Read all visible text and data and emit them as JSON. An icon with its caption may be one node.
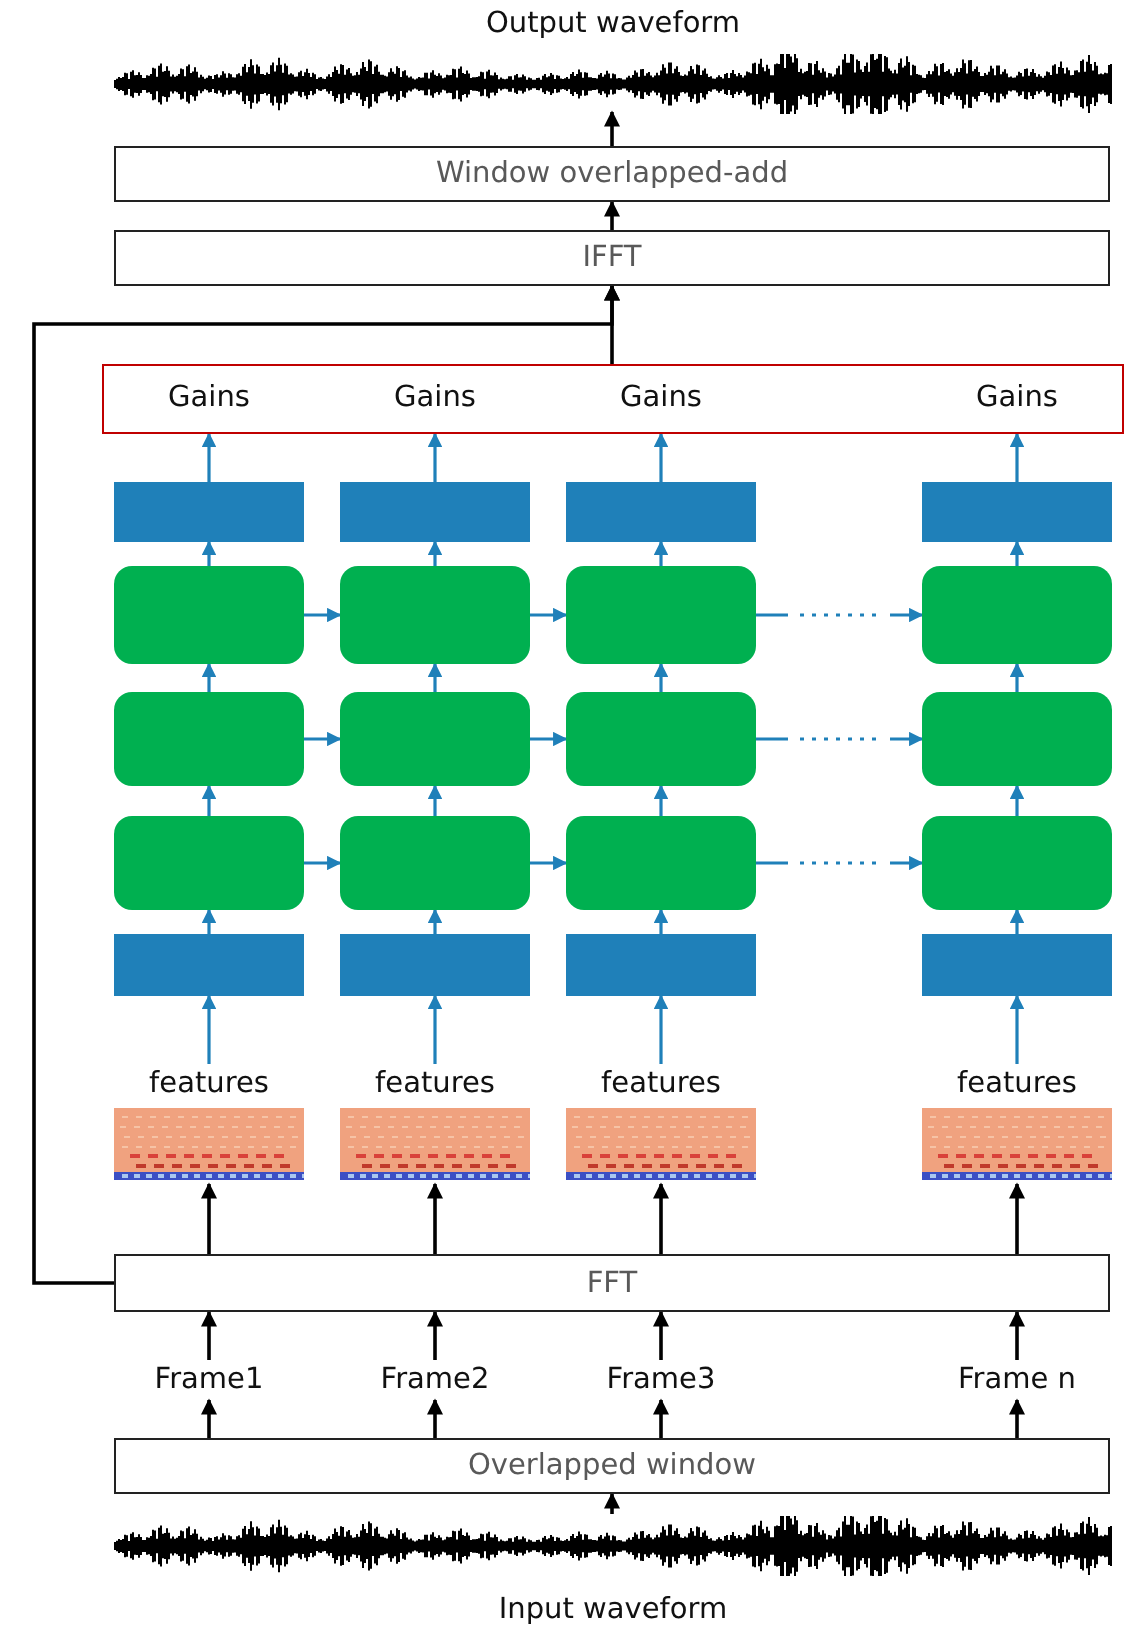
{
  "diagram": {
    "nodes": [
      {
        "text": [
          "Output waveform"
        ]
      },
      {
        "text": [
          "Window overlapped-add"
        ]
      },
      {
        "text": [
          "IFFT"
        ]
      },
      {
        "text": [],
        "shape": "box"
      },
      {
        "text": [
          "Gains"
        ],
        "in": 3
      },
      {
        "text": [
          "Gains"
        ],
        "in": 3
      },
      {
        "text": [
          "Gains"
        ],
        "in": 3
      },
      {
        "text": [
          "Gains"
        ],
        "in": 3
      },
      {
        "text": [],
        "shape": "box"
      },
      {
        "text": [],
        "shape": "box"
      },
      {
        "text": [],
        "shape": "box"
      },
      {
        "text": [],
        "shape": "box"
      },
      {
        "text": [],
        "shape": "box"
      },
      {
        "text": [],
        "shape": "box"
      },
      {
        "text": [],
        "shape": "box"
      },
      {
        "text": [],
        "shape": "box"
      },
      {
        "text": [],
        "shape": "box"
      },
      {
        "text": [],
        "shape": "box"
      },
      {
        "text": [],
        "shape": "box"
      },
      {
        "text": [],
        "shape": "box"
      },
      {
        "text": [],
        "shape": "box"
      },
      {
        "text": [],
        "shape": "box"
      },
      {
        "text": [],
        "shape": "box"
      },
      {
        "text": [],
        "shape": "box"
      },
      {
        "text": [],
        "shape": "box"
      },
      {
        "text": [],
        "shape": "box"
      },
      {
        "text": [],
        "shape": "box"
      },
      {
        "text": [],
        "shape": "box"
      },
      {
        "text": [
          "features"
        ]
      },
      {
        "text": [
          "features"
        ]
      },
      {
        "text": [
          "features"
        ]
      },
      {
        "text": [
          "features"
        ]
      },
      {
        "text": [
          "FFT"
        ]
      },
      {
        "text": [
          "Frame1"
        ]
      },
      {
        "text": [
          "Frame2"
        ]
      },
      {
        "text": [
          "Frame3"
        ]
      },
      {
        "text": [
          "Frame n"
        ]
      },
      {
        "text": [
          "Overlapped window"
        ]
      },
      {
        "text": [
          "Input waveform"
        ]
      }
    ],
    "edges": [
      {
        "from": 38,
        "to": 37,
        "arrow": "to",
        "color": "#000000"
      },
      {
        "from": 37,
        "to": 33,
        "arrow": "to",
        "color": "#000000"
      },
      {
        "from": 37,
        "to": 34,
        "arrow": "to",
        "color": "#000000"
      },
      {
        "from": 37,
        "to": 35,
        "arrow": "to",
        "color": "#000000"
      },
      {
        "from": 37,
        "to": 36,
        "arrow": "to",
        "color": "#000000"
      },
      {
        "from": 33,
        "to": 32,
        "arrow": "to",
        "color": "#000000"
      },
      {
        "from": 34,
        "to": 32,
        "arrow": "to",
        "color": "#000000"
      },
      {
        "from": 35,
        "to": 32,
        "arrow": "to",
        "color": "#000000"
      },
      {
        "from": 36,
        "to": 32,
        "arrow": "to",
        "color": "#000000"
      },
      {
        "from": 32,
        "to": 28,
        "arrow": "to",
        "color": "#000000"
      },
      {
        "from": 32,
        "to": 29,
        "arrow": "to",
        "color": "#000000"
      },
      {
        "from": 32,
        "to": 30,
        "arrow": "to",
        "color": "#000000"
      },
      {
        "from": 32,
        "to": 31,
        "arrow": "to",
        "color": "#000000"
      },
      {
        "from": 28,
        "to": 24,
        "arrow": "to"
      },
      {
        "from": 29,
        "to": 25,
        "arrow": "to"
      },
      {
        "from": 30,
        "to": 26,
        "arrow": "to"
      },
      {
        "from": 31,
        "to": 27,
        "arrow": "to"
      },
      {
        "from": 24,
        "to": 20,
        "arrow": "to"
      },
      {
        "from": 25,
        "to": 21,
        "arrow": "to"
      },
      {
        "from": 26,
        "to": 22,
        "arrow": "to"
      },
      {
        "from": 27,
        "to": 23,
        "arrow": "to"
      },
      {
        "from": 20,
        "to": 21,
        "arrow": "to"
      },
      {
        "from": 21,
        "to": 22,
        "arrow": "to"
      },
      {
        "from": 22,
        "to": 23,
        "arrow": "to",
        "style": "dashed"
      },
      {
        "from": 20,
        "to": 16,
        "arrow": "to"
      },
      {
        "from": 21,
        "to": 17,
        "arrow": "to"
      },
      {
        "from": 22,
        "to": 18,
        "arrow": "to"
      },
      {
        "from": 23,
        "to": 19,
        "arrow": "to"
      },
      {
        "from": 16,
        "to": 17,
        "arrow": "to"
      },
      {
        "from": 17,
        "to": 18,
        "arrow": "to"
      },
      {
        "from": 18,
        "to": 19,
        "arrow": "to",
        "style": "dashed"
      },
      {
        "from": 16,
        "to": 12,
        "arrow": "to"
      },
      {
        "from": 17,
        "to": 13,
        "arrow": "to"
      },
      {
        "from": 18,
        "to": 14,
        "arrow": "to"
      },
      {
        "from": 19,
        "to": 15,
        "arrow": "to"
      },
      {
        "from": 12,
        "to": 13,
        "arrow": "to"
      },
      {
        "from": 13,
        "to": 14,
        "arrow": "to"
      },
      {
        "from": 14,
        "to": 15,
        "arrow": "to",
        "style": "dashed"
      },
      {
        "from": 12,
        "to": 8,
        "arrow": "to"
      },
      {
        "from": 13,
        "to": 9,
        "arrow": "to"
      },
      {
        "from": 14,
        "to": 10,
        "arrow": "to"
      },
      {
        "from": 15,
        "to": 11,
        "arrow": "to"
      },
      {
        "from": 8,
        "to": 4,
        "arrow": "to"
      },
      {
        "from": 9,
        "to": 5,
        "arrow": "to"
      },
      {
        "from": 10,
        "to": 6,
        "arrow": "to"
      },
      {
        "from": 11,
        "to": 7,
        "arrow": "to"
      },
      {
        "from": 32,
        "to": 2,
        "arrow": "to",
        "color": "#000000"
      },
      {
        "from": 3,
        "to": 2,
        "arrow": "to",
        "color": "#000000"
      },
      {
        "from": 2,
        "to": 1,
        "arrow": "to",
        "color": "#000000"
      },
      {
        "from": 1,
        "to": 0,
        "arrow": "to",
        "color": "#000000"
      }
    ]
  }
}
